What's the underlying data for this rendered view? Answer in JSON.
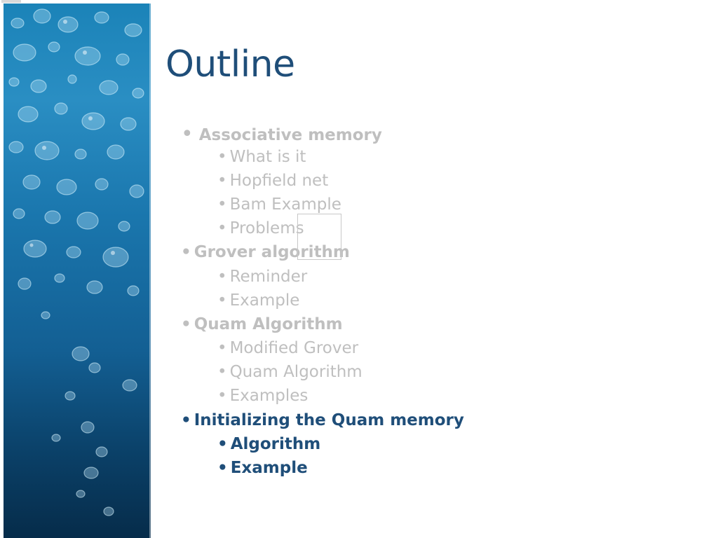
{
  "slide": {
    "title": "Outline",
    "items": [
      {
        "text": "Associative memory",
        "level": 1,
        "state": "dim"
      },
      {
        "text": "What is it",
        "level": 2,
        "state": "dim"
      },
      {
        "text": "Hopfield net",
        "level": 2,
        "state": "dim"
      },
      {
        "text": "Bam Example",
        "level": 2,
        "state": "dim"
      },
      {
        "text": "Problems",
        "level": 2,
        "state": "dim"
      },
      {
        "text": "Grover algorithm",
        "level": 1,
        "state": "dim"
      },
      {
        "text": "Reminder",
        "level": 2,
        "state": "dim"
      },
      {
        "text": "Example",
        "level": 2,
        "state": "dim"
      },
      {
        "text": "Quam Algorithm",
        "level": 1,
        "state": "dim"
      },
      {
        "text": "Modified Grover",
        "level": 2,
        "state": "dim"
      },
      {
        "text": "Quam Algorithm",
        "level": 2,
        "state": "dim"
      },
      {
        "text": "Examples",
        "level": 2,
        "state": "dim"
      },
      {
        "text": "Initializing the Quam memory",
        "level": 1,
        "state": "active"
      },
      {
        "text": "Algorithm",
        "level": 2,
        "state": "active"
      },
      {
        "text": "Example",
        "level": 2,
        "state": "active"
      }
    ],
    "bullet": "•"
  },
  "colors": {
    "title": "#1f4e79",
    "dim_text": "#bfbfbf",
    "active_text": "#1f4e79",
    "water_top": "#1b83b8",
    "water_bottom": "#062c4a"
  }
}
